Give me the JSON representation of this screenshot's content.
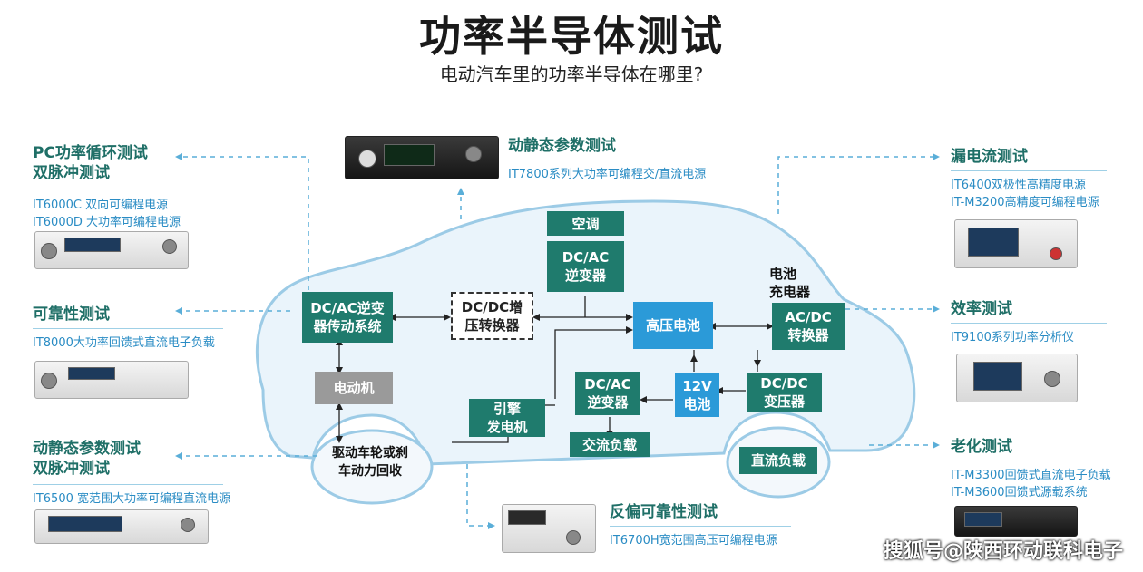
{
  "title": "功率半导体测试",
  "subtitle": "电动汽车里的功率半导体在哪里?",
  "left_panels": [
    {
      "heading_lines": [
        "PC功率循环测试",
        "双脉冲测试"
      ],
      "products": [
        "IT6000C 双向可编程电源",
        "IT6000D 大功率可编程电源"
      ]
    },
    {
      "heading_lines": [
        "可靠性测试"
      ],
      "products": [
        "IT8000大功率回馈式直流电子负载"
      ]
    },
    {
      "heading_lines": [
        "动静态参数测试",
        "双脉冲测试"
      ],
      "products": [
        "IT6500 宽范围大功率可编程直流电源"
      ]
    }
  ],
  "top_panel": {
    "heading": "动静态参数测试",
    "product": "IT7800系列大功率可编程交/直流电源"
  },
  "bottom_panel": {
    "heading": "反偏可靠性测试",
    "product": "IT6700H宽范围高压可编程电源"
  },
  "right_panels": [
    {
      "heading": "漏电流测试",
      "products": [
        "IT6400双极性高精度电源",
        "IT-M3200高精度可编程电源"
      ]
    },
    {
      "heading": "效率测试",
      "products": [
        "IT9100系列功率分析仪"
      ]
    },
    {
      "heading": "老化测试",
      "products": [
        "IT-M3300回馈式直流电子负载",
        "IT-M3600回馈式源载系统"
      ]
    }
  ],
  "blocks": {
    "aircon": "空调",
    "dcac_inverter_top_1": "DC/AC",
    "dcac_inverter_top_2": "逆变器",
    "dcac_drive_1": "DC/AC逆变",
    "dcac_drive_2": "器传动系统",
    "dcdc_boost_1": "DC/DC增",
    "dcdc_boost_2": "压转换器",
    "hv_battery": "高压电池",
    "charger_label_1": "电池",
    "charger_label_2": "充电器",
    "acdc_1": "AC/DC",
    "acdc_2": "转换器",
    "motor": "电动机",
    "engine_gen_1": "引擎",
    "engine_gen_2": "发电机",
    "dcac_inverter_bottom_1": "DC/AC",
    "dcac_inverter_bottom_2": "逆变器",
    "battery_12v_1": "12V",
    "battery_12v_2": "电池",
    "dcdc_transformer_1": "DC/DC",
    "dcdc_transformer_2": "变压器",
    "ac_load": "交流负载",
    "dc_load": "直流负载",
    "drive_wheel_1": "驱动车轮或刹",
    "drive_wheel_2": "车动力回收"
  },
  "watermark": "搜狐号@陕西环动联科电子",
  "colors": {
    "teal": "#1f7b6d",
    "blue": "#2b9ad8",
    "heading": "#1f6f67",
    "product_text": "#2a8cc4",
    "car_fill": "#eaf4fb"
  }
}
